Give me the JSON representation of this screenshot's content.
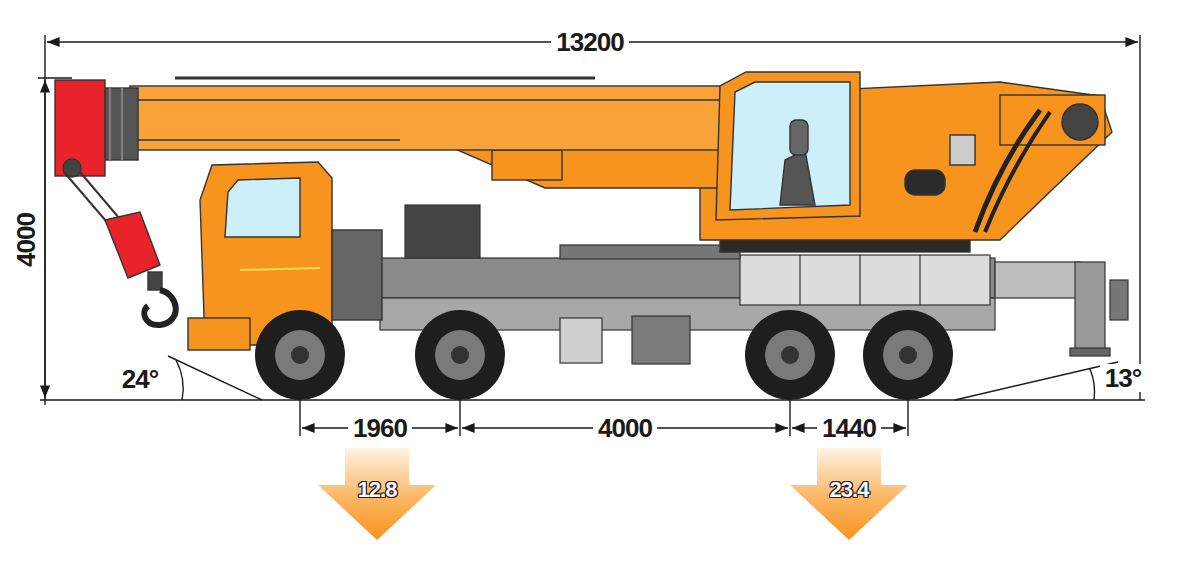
{
  "diagram": {
    "nodes": [
      {
        "text": [
          "12.8"
        ]
      },
      {
        "text": [
          "23.4"
        ]
      }
    ],
    "labels": [
      "13200",
      "4000",
      "24°",
      "13°",
      "1960",
      "4000",
      "1440"
    ]
  }
}
